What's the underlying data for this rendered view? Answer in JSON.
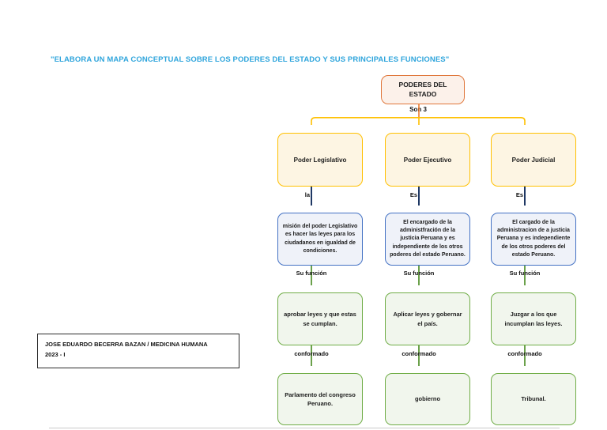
{
  "page": {
    "title": "\"ELABORA UN MAPA CONCEPTUAL SOBRE LOS PODERES DEL ESTADO Y SUS PRINCIPALES FUNCIONES\""
  },
  "concept_map": {
    "root": {
      "label": "PODERES DEL ESTADO",
      "connector_label": "Son 3"
    },
    "columns": [
      {
        "title": "Poder Legislativo",
        "link1": "la",
        "description": "misión del poder Legislativo es hacer las leyes para los ciudadanos en igualdad de condiciones.",
        "link2": "Su función",
        "function": "aprobar leyes y que estas se cumplan.",
        "link3": "conformado",
        "composed_of": "Parlamento del congreso Peruano."
      },
      {
        "title": "Poder Ejecutivo",
        "link1": "Es",
        "description": "El encargado de la administfración de la justicia Peruana y es independiente de los otros poderes del estado Peruano.",
        "link2": "Su función",
        "function": "Aplicar leyes y gobernar el país.",
        "link3": "conformado",
        "composed_of": "gobierno"
      },
      {
        "title": "Poder Judicial",
        "link1": "Es",
        "description": "El cargado de la administracion de a justicia Peruana y es independiente de los otros poderes del estado Peruano.",
        "link2": "Su función",
        "function": "Juzgar a los que incumplan las leyes.",
        "link3": "conformado",
        "composed_of": "Tribunal."
      }
    ]
  },
  "footer_note": {
    "line1": "JOSE EDUARDO BECERRA BAZAN / MEDICINA HUMANA",
    "line2": "2023 - I"
  },
  "colors": {
    "title_blue": "#2FA5DC",
    "orange": "#ED7D31",
    "gold": "#FFC000",
    "blue": "#4472C4",
    "green": "#70AD47",
    "connector_navy": "#1F3864"
  }
}
